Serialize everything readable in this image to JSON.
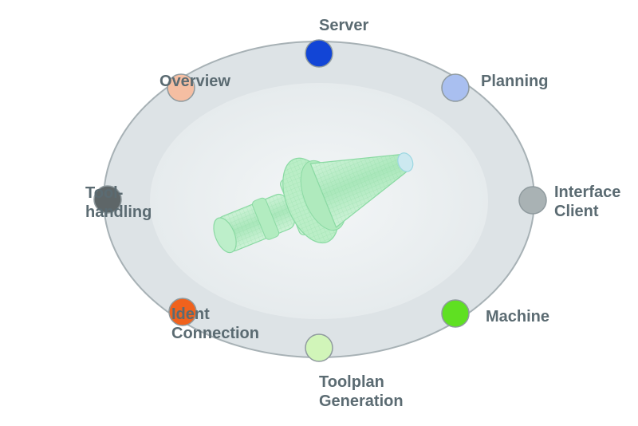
{
  "nodes": [
    {
      "id": "server",
      "lines": [
        "Server"
      ],
      "color": "#1245d6"
    },
    {
      "id": "planning",
      "lines": [
        "Planning"
      ],
      "color": "#a9bff0"
    },
    {
      "id": "interface-client",
      "lines": [
        "Interface",
        "Client"
      ],
      "color": "#a9b2b4"
    },
    {
      "id": "machine",
      "lines": [
        "Machine"
      ],
      "color": "#5fe022"
    },
    {
      "id": "toolplan-generation",
      "lines": [
        "Toolplan",
        "Generation"
      ],
      "color": "#d1f5b9"
    },
    {
      "id": "ident-connection",
      "lines": [
        "Ident",
        "Connection"
      ],
      "color": "#f0621d"
    },
    {
      "id": "toolhandling",
      "lines": [
        "Tool-",
        "handling"
      ],
      "color": "#5e6668"
    },
    {
      "id": "overview",
      "lines": [
        "Overview"
      ],
      "color": "#f5bea2"
    }
  ],
  "colors": {
    "ring_fill": "#dde3e6",
    "ring_stroke": "#a7b1b5",
    "inner_fill": "#eaeef0",
    "label_text": "#5b6b72",
    "tool_fill": "#8fe3a6",
    "tool_stroke": "#6fcf8c",
    "tool_tip": "#c7e8f0"
  },
  "center_image": {
    "name": "tool-holder-wireframe"
  }
}
